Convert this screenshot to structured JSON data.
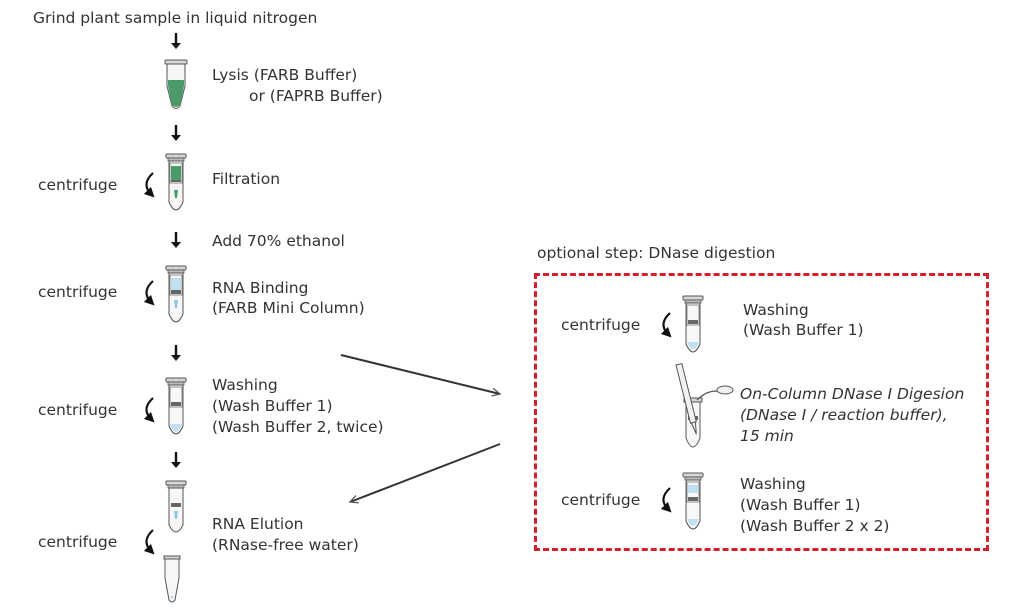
{
  "colors": {
    "text": "#333333",
    "box_border": "#d0202a",
    "lysate_green": "#4a9a6a",
    "buffer_blue": "#bfe0f2",
    "tube_outline": "#555555"
  },
  "main": {
    "start": "Grind plant sample in liquid nitrogen",
    "lysis": {
      "line1": "Lysis (FARB Buffer)",
      "line2": "or (FAPRB Buffer)"
    },
    "filtration": {
      "label": "Filtration",
      "action": "centrifuge"
    },
    "add_ethanol": "Add 70% ethanol",
    "binding": {
      "line1": "RNA Binding",
      "line2": "(FARB Mini Column)",
      "action": "centrifuge"
    },
    "washing": {
      "line1": "Washing",
      "line2": "(Wash Buffer 1)",
      "line3": "(Wash Buffer 2, twice)",
      "action": "centrifuge"
    },
    "elution": {
      "line1": "RNA Elution",
      "line2": "(RNase-free water)",
      "action": "centrifuge"
    }
  },
  "optional": {
    "title": "optional step:  DNase digestion",
    "wash1": {
      "line1": "Washing",
      "line2": "(Wash Buffer 1)",
      "action": "centrifuge"
    },
    "dnase": {
      "line1": "On-Column DNase I Digesion",
      "line2": "(DNase I / reaction buffer),",
      "line3": "15 min"
    },
    "wash2": {
      "line1": "Washing",
      "line2": "(Wash Buffer 1)",
      "line3": "(Wash Buffer 2 x 2)",
      "action": "centrifuge"
    }
  },
  "icons": [
    "down-arrow-icon",
    "microtube-icon",
    "spin-column-icon",
    "centrifuge-arrow-icon",
    "pipette-tube-icon"
  ]
}
